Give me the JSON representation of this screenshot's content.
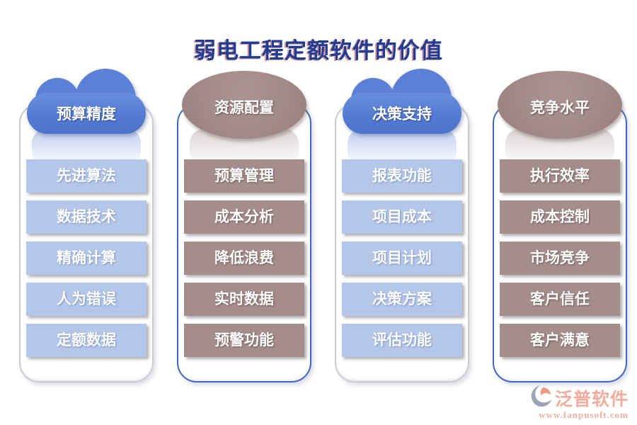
{
  "title": "弱电工程定额软件的价值",
  "columns": [
    {
      "header": "预算精度",
      "shape": "cloud",
      "items": [
        "先进算法",
        "数据技术",
        "精确计算",
        "人为错误",
        "定额数据"
      ]
    },
    {
      "header": "资源配置",
      "shape": "ellipse",
      "items": [
        "预算管理",
        "成本分析",
        "降低浪费",
        "实时数据",
        "预警功能"
      ]
    },
    {
      "header": "决策支持",
      "shape": "cloud",
      "items": [
        "报表功能",
        "项目成本",
        "项目计划",
        "决策方案",
        "评估功能"
      ]
    },
    {
      "header": "竞争水平",
      "shape": "ellipse",
      "items": [
        "执行效率",
        "成本控制",
        "市场竞争",
        "客户信任",
        "客户满意"
      ]
    }
  ],
  "footer": {
    "brand": "泛普软件",
    "url": "www.fanpusoft.com"
  },
  "colors": {
    "title_text": "#1e3d96",
    "title_shadow": "#ba3d3d",
    "cloud_blue": "#5b80d5",
    "ellipse_mauve": "#a18a89",
    "item_light_blue": "#b5c7e9",
    "item_mauve": "#a48d8b",
    "panel_border_gray": "#c9ccd3",
    "panel_border_blue": "#4066c0",
    "brand_salmon": "#f2a18f"
  }
}
